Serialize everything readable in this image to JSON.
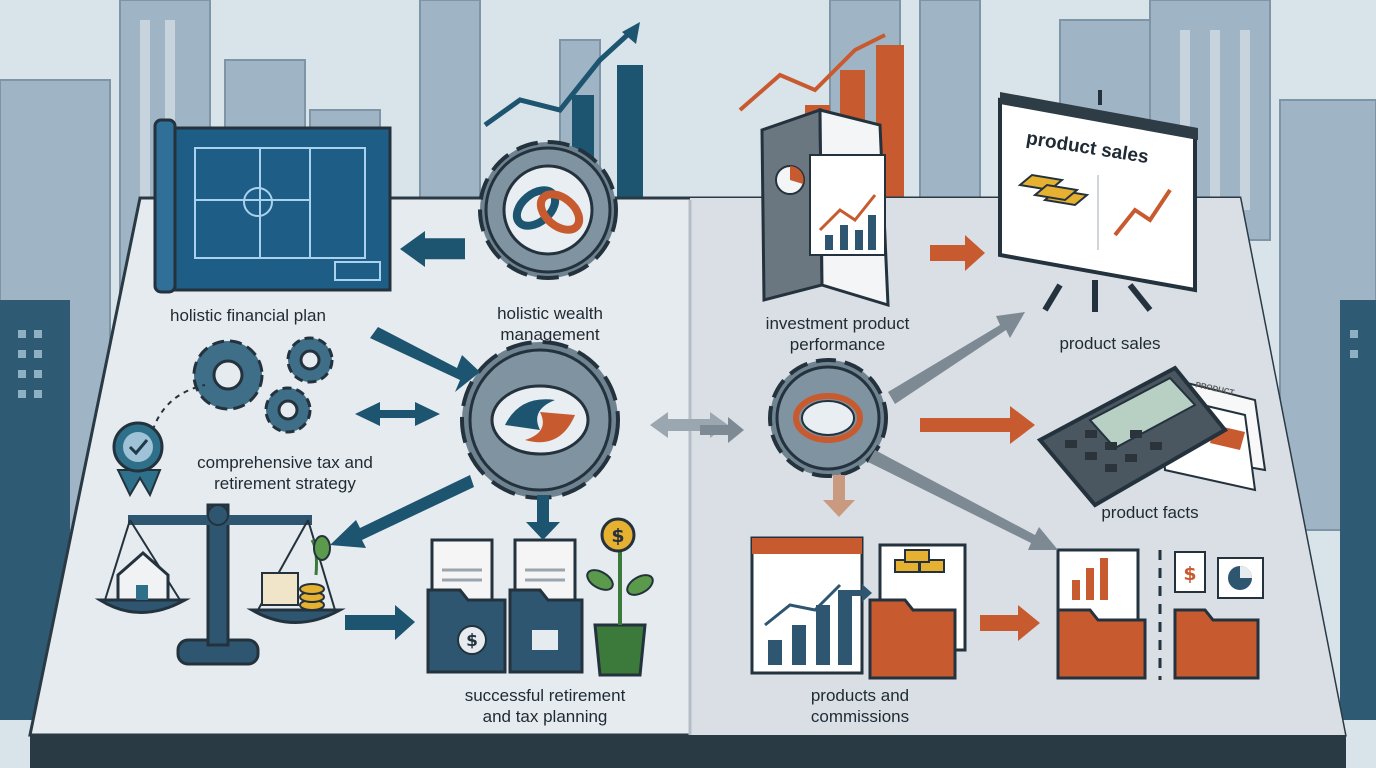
{
  "labels": {
    "holistic_financial_plan": "holistic financial plan",
    "holistic_wealth_line1": "holistic wealth",
    "holistic_wealth_line2": "management",
    "tax_strategy_line1": "comprehensive tax and",
    "tax_strategy_line2": "retirement strategy",
    "successful_line1": "successful retirement",
    "successful_line2": "and tax planning",
    "investment_line1": "investment product",
    "investment_line2": "performance",
    "product_sales": "product sales",
    "product_facts": "product facts",
    "commissions_line1": "products and",
    "commissions_line2": "commissions"
  },
  "board": {
    "title": "product sales"
  },
  "document_tag": "PRODUCT",
  "icons": {
    "coin_symbol": "$",
    "folder_symbol": "$",
    "dollar_tag": "$"
  },
  "colors": {
    "sky": "#d7e2ea",
    "building": "#8da5b7",
    "table": "#e4e9ed",
    "navy": "#1d5470",
    "teal": "#2e6f8a",
    "orange": "#c85a30",
    "gray_arrow": "#8a949c",
    "outline": "#23323d"
  }
}
